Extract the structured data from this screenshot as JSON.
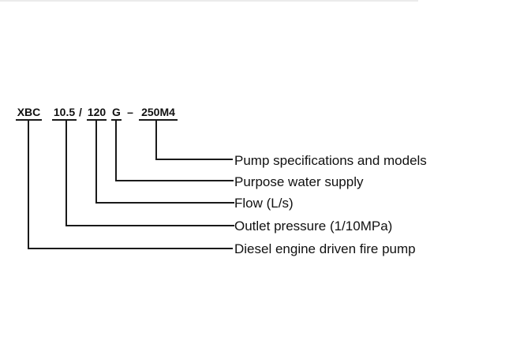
{
  "model_code": {
    "type": "XBC",
    "outlet_pressure": "10.5",
    "slash": "/",
    "flow": "120",
    "purpose": "G",
    "dash": "–",
    "spec": "250M4"
  },
  "legend": {
    "pump_spec": "Pump specifications and models",
    "purpose": "Purpose water supply",
    "flow": "Flow (L/s)",
    "outlet_pressure": "Outlet pressure (1/10MPa)",
    "diesel": "Diesel engine driven fire pump"
  },
  "colors": {
    "line": "#1a1a1a",
    "text": "#111111",
    "background": "#ffffff"
  }
}
